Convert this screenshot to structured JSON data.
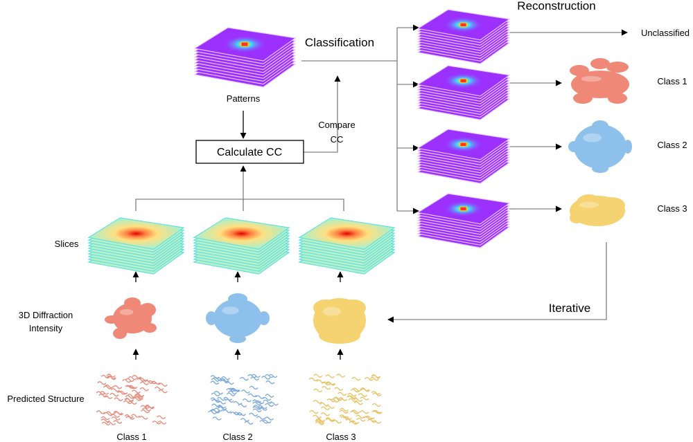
{
  "labels": {
    "reconstruction": "Reconstruction",
    "classification": "Classification",
    "patterns": "Patterns",
    "calculate_cc": "Calculate CC",
    "compare_1": "Compare",
    "compare_2": "CC",
    "unclassified": "Unclassified",
    "slices": "Slices",
    "diffraction_1": "3D Diffraction",
    "diffraction_2": "Intensity",
    "predicted": "Predicted Structure",
    "iterative": "Iterative"
  },
  "classes": [
    "Class 1",
    "Class 2",
    "Class 3"
  ],
  "colors": {
    "pattern": "#9b30ff",
    "class1": "#f08878",
    "class2": "#8ec0ec",
    "class3": "#f5d370",
    "line": "#808080"
  }
}
